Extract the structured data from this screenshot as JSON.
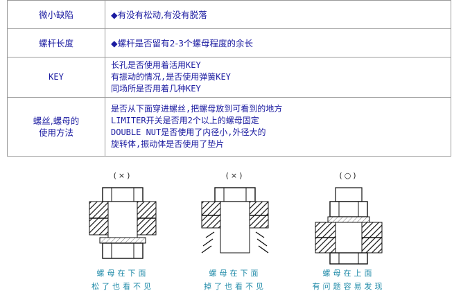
{
  "rows": [
    {
      "label": "微小缺陷",
      "lines": [
        "◆有没有松动,有没有脱落"
      ]
    },
    {
      "label": "螺杆长度",
      "lines": [
        "◆螺杆是否留有2-3个螺母程度的余长"
      ]
    },
    {
      "label": "KEY",
      "lines": [
        "长孔是否使用着活用KEY",
        "有振动的情况,是否使用弹簧KEY",
        "同场所是否用着几种KEY"
      ]
    },
    {
      "label_lines": [
        "螺丝,螺母的",
        "使用方法"
      ],
      "lines": [
        "是否从下面穿进螺丝,把螺母放到可看到的地方",
        "LIMITER开关是否用2个以上的螺母固定",
        "DOUBLE NUT是否使用了内径小,外径大的",
        "旋转体,振动体是否使用了垫片"
      ]
    }
  ],
  "figures": [
    {
      "mark": "(×)",
      "caption1": "螺母在下面",
      "caption2": "松了也看不见"
    },
    {
      "mark": "(×)",
      "caption1": "螺母在下面",
      "caption2": "掉了也看不见"
    },
    {
      "mark": "(○)",
      "caption1": "螺母在上面",
      "caption2": "有问题容易发现"
    }
  ],
  "colors": {
    "text": "#1a1aa0",
    "caption": "#1f8aa8",
    "border": "#9a9a9a"
  }
}
